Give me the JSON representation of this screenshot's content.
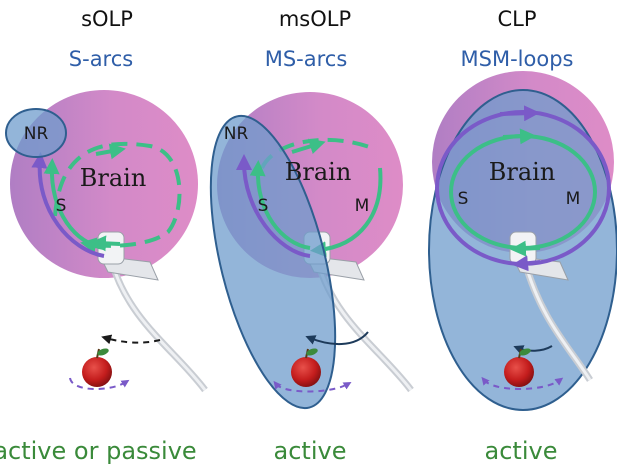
{
  "panels": [
    {
      "title": "sOLP",
      "subtitle": "S-arcs",
      "footer": "active or passive",
      "labels": {
        "region": "NR",
        "brain": "Brain",
        "s": "S"
      }
    },
    {
      "title": "msOLP",
      "subtitle": "MS-arcs",
      "footer": "active",
      "labels": {
        "region": "NR",
        "brain": "Brain",
        "s": "S",
        "m": "M"
      }
    },
    {
      "title": "CLP",
      "subtitle": "MSM-loops",
      "footer": "active",
      "labels": {
        "brain": "Brain",
        "s": "S",
        "m": "M"
      }
    }
  ],
  "colors": {
    "brain_left": "#b07ec4",
    "brain_right": "#dc8bc7",
    "region_fill": "#6f9ccc",
    "region_stroke": "#2f5f8f",
    "green_arc": "#3cbf87",
    "purple_arc": "#7a5ac8",
    "apple": "#c41d1d",
    "title": "#111111",
    "subtitle": "#2f5ea8",
    "footer": "#3a8a3a"
  }
}
